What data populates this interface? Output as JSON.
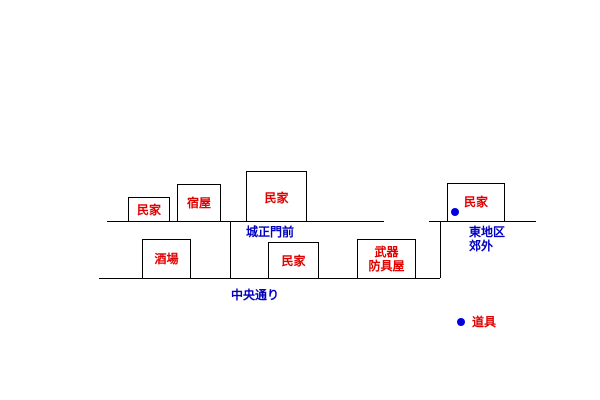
{
  "colors": {
    "building": "#e00000",
    "area": "#0000c0",
    "dot": "#0000e0"
  },
  "buildings": {
    "house1": "民家",
    "inn": "宿屋",
    "house2": "民家",
    "tavern": "酒場",
    "house3": "民家",
    "weapon_line1": "武器",
    "weapon_line2": "防具屋",
    "house_east": "民家"
  },
  "areas": {
    "castle_gate": "城正門前",
    "main_street": "中央通り",
    "east_line1": "東地区",
    "east_line2": "郊外"
  },
  "legend": {
    "item_shop": "道具",
    "icon": "item-shop-dot"
  }
}
